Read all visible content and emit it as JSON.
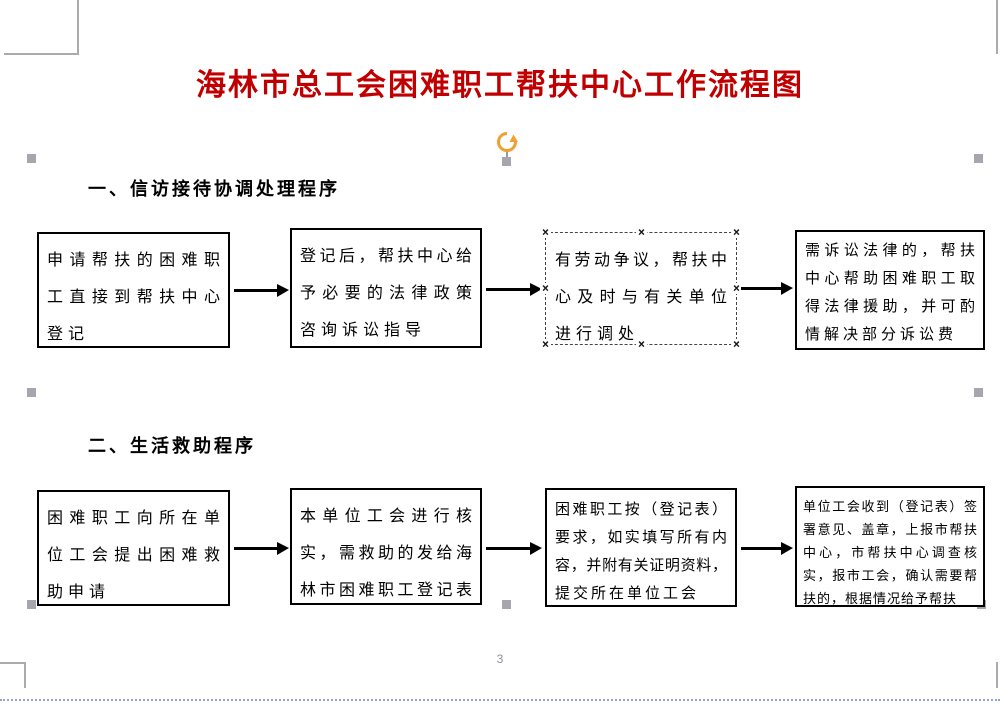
{
  "document": {
    "title": "海林市总工会困难职工帮扶中心工作流程图",
    "page_number": "3"
  },
  "sections": [
    {
      "heading": "一、信访接待协调处理程序",
      "boxes": [
        {
          "lines": [
            "申请帮扶的困难职",
            "工直接到帮扶中心",
            "登记"
          ]
        },
        {
          "lines": [
            "登记后，帮扶中心给",
            "予必要的法律政策",
            "咨询诉讼指导"
          ]
        },
        {
          "lines": [
            "有劳动争议，帮扶中",
            "心及时与有关单位",
            "进行调处"
          ],
          "selected": true
        },
        {
          "lines": [
            "需诉讼法律的，帮扶",
            "中心帮助困难职工取",
            "得法律援助，并可酌",
            "情解决部分诉讼费"
          ]
        }
      ]
    },
    {
      "heading": "二、生活救助程序",
      "boxes": [
        {
          "lines": [
            "困难职工向所在单",
            "位工会提出困难救",
            "助申请"
          ]
        },
        {
          "lines": [
            "本单位工会进行核",
            "实，需救助的发给海",
            "林市困难职工登记表"
          ]
        },
        {
          "lines": [
            "困难职工按（登记表）",
            "要求，如实填写所有内",
            "容，并附有关证明资料，",
            "提交所在单位工会"
          ]
        },
        {
          "lines": [
            "单位工会收到（登记表）签",
            "署意见、盖章，上报市帮扶",
            "中心，市帮扶中心调查核",
            "实，报市工会，确认需要帮",
            "扶的，根据情况给予帮扶"
          ]
        }
      ]
    }
  ],
  "icons": {
    "selection_x": "×",
    "rotate_handle": "rotate-icon",
    "resize_handle": "resize-handle"
  },
  "colors": {
    "title_red": "#C00000",
    "handle_orange": "#F0A030",
    "handle_gray": "#A6A6AE",
    "boundary_blue": "#8FA6C6",
    "crop_mark_gray": "#ABABAB"
  }
}
